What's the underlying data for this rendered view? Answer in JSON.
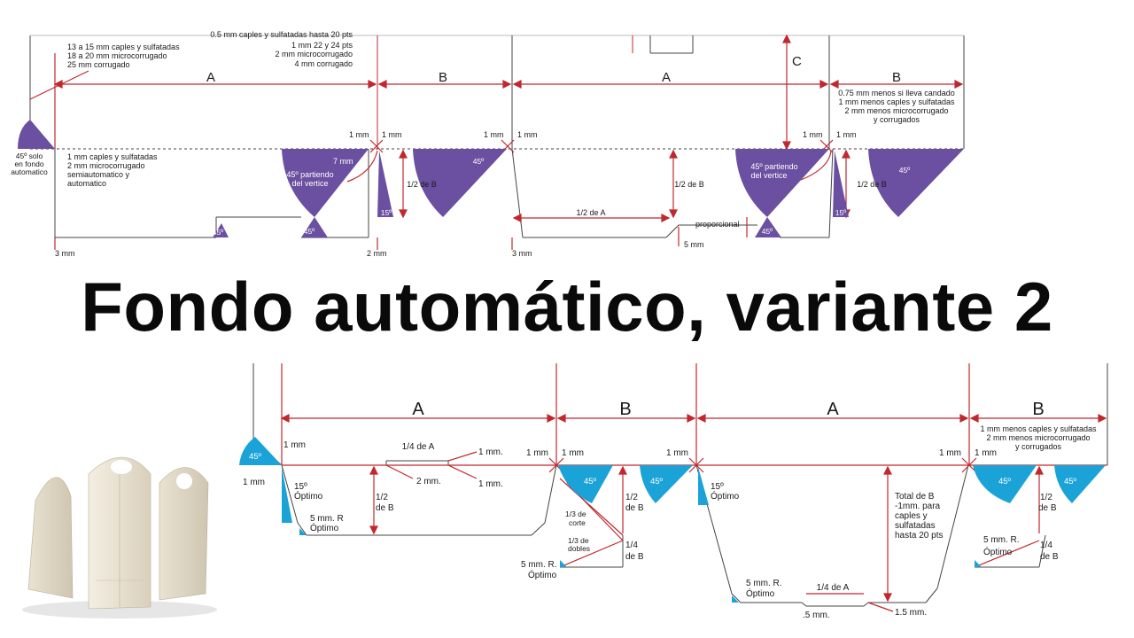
{
  "title": "Fondo automático, variante 2",
  "colors": {
    "top_fill": "#6b4fa0",
    "bottom_fill": "#1ba3d8",
    "line": "#c0282e",
    "outline": "#444444"
  },
  "top": {
    "notes_left": [
      "13 a 15 mm caples y sulfatadas",
      "18 a 20 mm microcorrugado",
      "25 mm corrugado"
    ],
    "notes_top_center": [
      "0.5 mm caples y sulfatadas hasta  20 pts",
      "1 mm 22 y 24 pts",
      "2 mm microcorrugado",
      "4 mm corrugado"
    ],
    "dim_a1": "A",
    "dim_b1": "B",
    "dim_a2": "A",
    "dim_b2": "B",
    "dim_c": "C",
    "notes_right": [
      "0.75 mm menos si lleva candado",
      "1 mm menos caples y sulfatadas",
      "2 mm menos  microcorrugado",
      "y corrugados"
    ],
    "corner_label": [
      "45º solo",
      "en fondo",
      "automatico"
    ],
    "notes_flap": [
      "1 mm caples y sulfatadas",
      "2 mm microcorrugado",
      "semiautomatico y",
      "automatico"
    ],
    "mm1_a": "1 mm",
    "mm1_b": "1 mm",
    "mm1_c": "1 mm",
    "mm1_d": "1 mm",
    "mm1_e": "1 mm",
    "mm1_f": "1 mm",
    "seven_mm": "7 mm",
    "vertex_label_1": [
      "45º partiendo",
      "del vertice"
    ],
    "vertex_label_2": [
      "45º partiendo",
      "del vertice"
    ],
    "deg45_a": "45º",
    "deg45_b": "45º",
    "deg45_c": "45º",
    "deg45_d": "45º",
    "deg45_e": "45º",
    "deg15_a": "15º",
    "deg15_b": "15º",
    "half_b_1": "1/2 de B",
    "half_b_2": "1/2 de B",
    "half_b_3": "1/2 de B",
    "half_a": "1/2 de A",
    "proporcional": "proporcional",
    "five_mm": "5 mm",
    "three_mm_1": "3 mm",
    "three_mm_2": "3 mm",
    "two_mm": "2 mm"
  },
  "bottom": {
    "dim_a1": "A",
    "dim_b1": "B",
    "dim_a2": "A",
    "dim_b2": "B",
    "notes_right": [
      "1 mm menos caples y sulfatadas",
      "2 mm menos  microcorrugado",
      "y corrugados"
    ],
    "deg45_a": "45º",
    "deg45_b": "45º",
    "deg45_c": "45º",
    "deg45_d": "45º",
    "deg45_e": "45º",
    "one_mm_a": "1 mm",
    "one_mm_b": "1 mm",
    "one_mm_c": "1 mm",
    "one_mm_d": "1 mm",
    "one_mm_e": "1 mm",
    "one_mm_f": "1 mm",
    "one_mm_g": "1 mm",
    "one_mm_dot_a": "1 mm.",
    "one_mm_dot_b": "1 mm.",
    "quarter_a_1": "1/4  de A",
    "quarter_a_2": "1/4  de A",
    "two_mm": "2 mm.",
    "deg15_opt_1": [
      "15º",
      "Óptimo"
    ],
    "deg15_opt_2": [
      "15º",
      "Óptimo"
    ],
    "five_mm_r_1": [
      "5 mm. R",
      "Óptimo"
    ],
    "five_mm_r_2": [
      "5 mm. R.",
      "Óptimo"
    ],
    "five_mm_r_3": [
      "5 mm. R.",
      "Óptimo"
    ],
    "five_mm_r_4": [
      "5 mm. R.",
      "Óptimo"
    ],
    "half_de_b_1": [
      "1/2",
      "de B"
    ],
    "half_de_b_2": [
      "1/2",
      "de B"
    ],
    "half_de_b_3": [
      "1/2",
      "de B"
    ],
    "quarter_de_b_1": [
      "1/4",
      "de B"
    ],
    "quarter_de_b_2": [
      "1/4",
      "de B"
    ],
    "third_corte": [
      "1/3 de",
      "corte"
    ],
    "third_dobles": [
      "1/3 de",
      "dobles"
    ],
    "total_b": [
      "Total de B",
      "-1mm. para",
      "caples y",
      "sulfatadas",
      "hasta 20 pts"
    ],
    "half_mm_1": ".5 mm.",
    "one_five_mm": "1.5 mm."
  }
}
